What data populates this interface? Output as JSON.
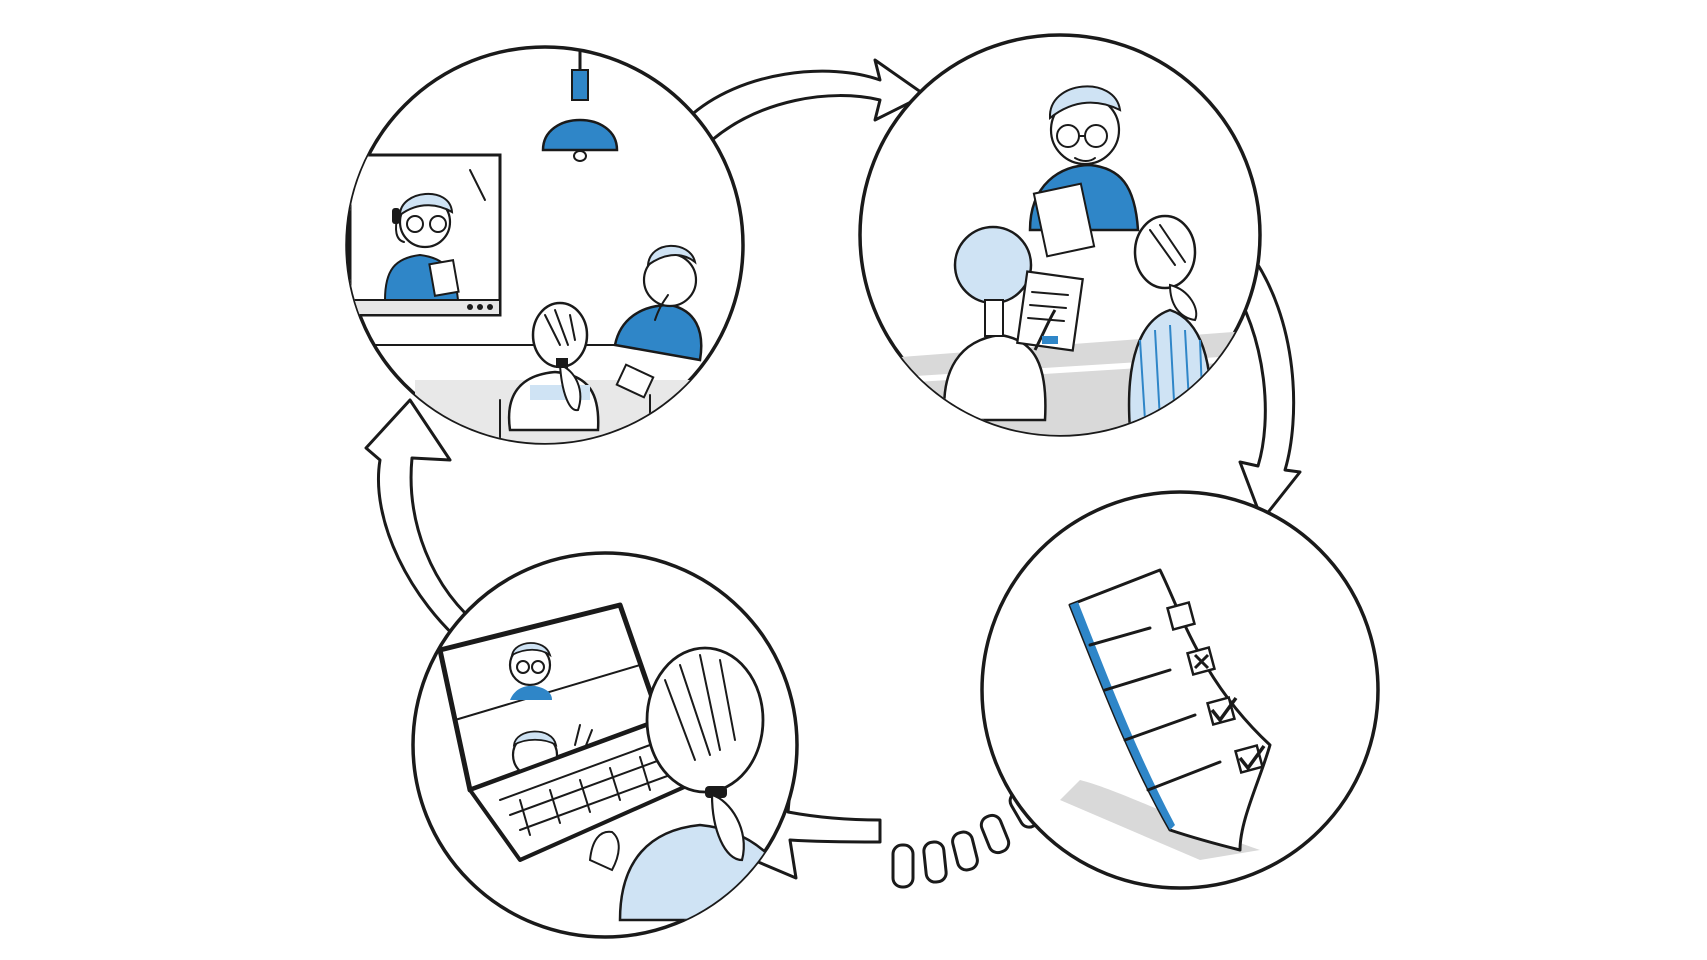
{
  "colors": {
    "accent": "#2f86c8",
    "accent_light": "#cfe3f4",
    "ink": "#1a1a1a",
    "shadow": "#d9d9d9",
    "background": "#ffffff"
  },
  "scenes": [
    {
      "icon": "meeting-room-video-call-illustration"
    },
    {
      "icon": "group-reviewing-documents-illustration"
    },
    {
      "icon": "checklist-document-illustration"
    },
    {
      "icon": "laptop-video-call-illustration"
    }
  ],
  "arrows": [
    {
      "icon": "arrow-top-icon"
    },
    {
      "icon": "arrow-right-icon"
    },
    {
      "icon": "dashed-arrow-bottom-icon"
    },
    {
      "icon": "arrow-left-icon"
    }
  ]
}
